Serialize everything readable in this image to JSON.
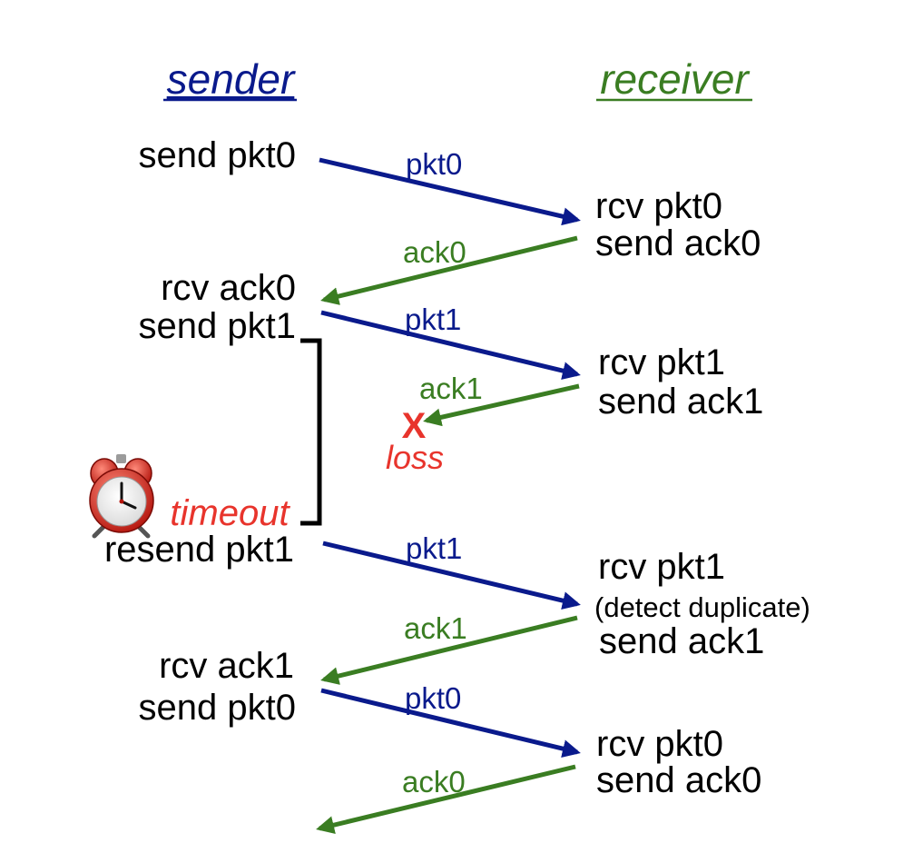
{
  "headers": {
    "sender": "sender",
    "receiver": "receiver"
  },
  "colors": {
    "sender": "#0a1a8c",
    "receiver": "#3a7d22",
    "loss": "#e8342c",
    "text": "#000000"
  },
  "sender_events": [
    "send pkt0",
    "rcv ack0",
    "send pkt1",
    "resend pkt1",
    "rcv ack1",
    "send pkt0"
  ],
  "receiver_events": [
    "rcv pkt0",
    "send ack0",
    "rcv pkt1",
    "send ack1",
    "rcv pkt1",
    "(detect duplicate)",
    "send ack1",
    "rcv pkt0",
    "send ack0"
  ],
  "messages": [
    {
      "label": "pkt0",
      "direction": "sender-to-receiver",
      "lost": false
    },
    {
      "label": "ack0",
      "direction": "receiver-to-sender",
      "lost": false
    },
    {
      "label": "pkt1",
      "direction": "sender-to-receiver",
      "lost": false
    },
    {
      "label": "ack1",
      "direction": "receiver-to-sender",
      "lost": true
    },
    {
      "label": "pkt1",
      "direction": "sender-to-receiver",
      "lost": false
    },
    {
      "label": "ack1",
      "direction": "receiver-to-sender",
      "lost": false
    },
    {
      "label": "pkt0",
      "direction": "sender-to-receiver",
      "lost": false
    },
    {
      "label": "ack0",
      "direction": "receiver-to-sender",
      "lost": false
    }
  ],
  "loss": {
    "mark": "X",
    "label": "loss"
  },
  "timeout": {
    "label": "timeout",
    "icon": "alarm-clock-icon"
  }
}
